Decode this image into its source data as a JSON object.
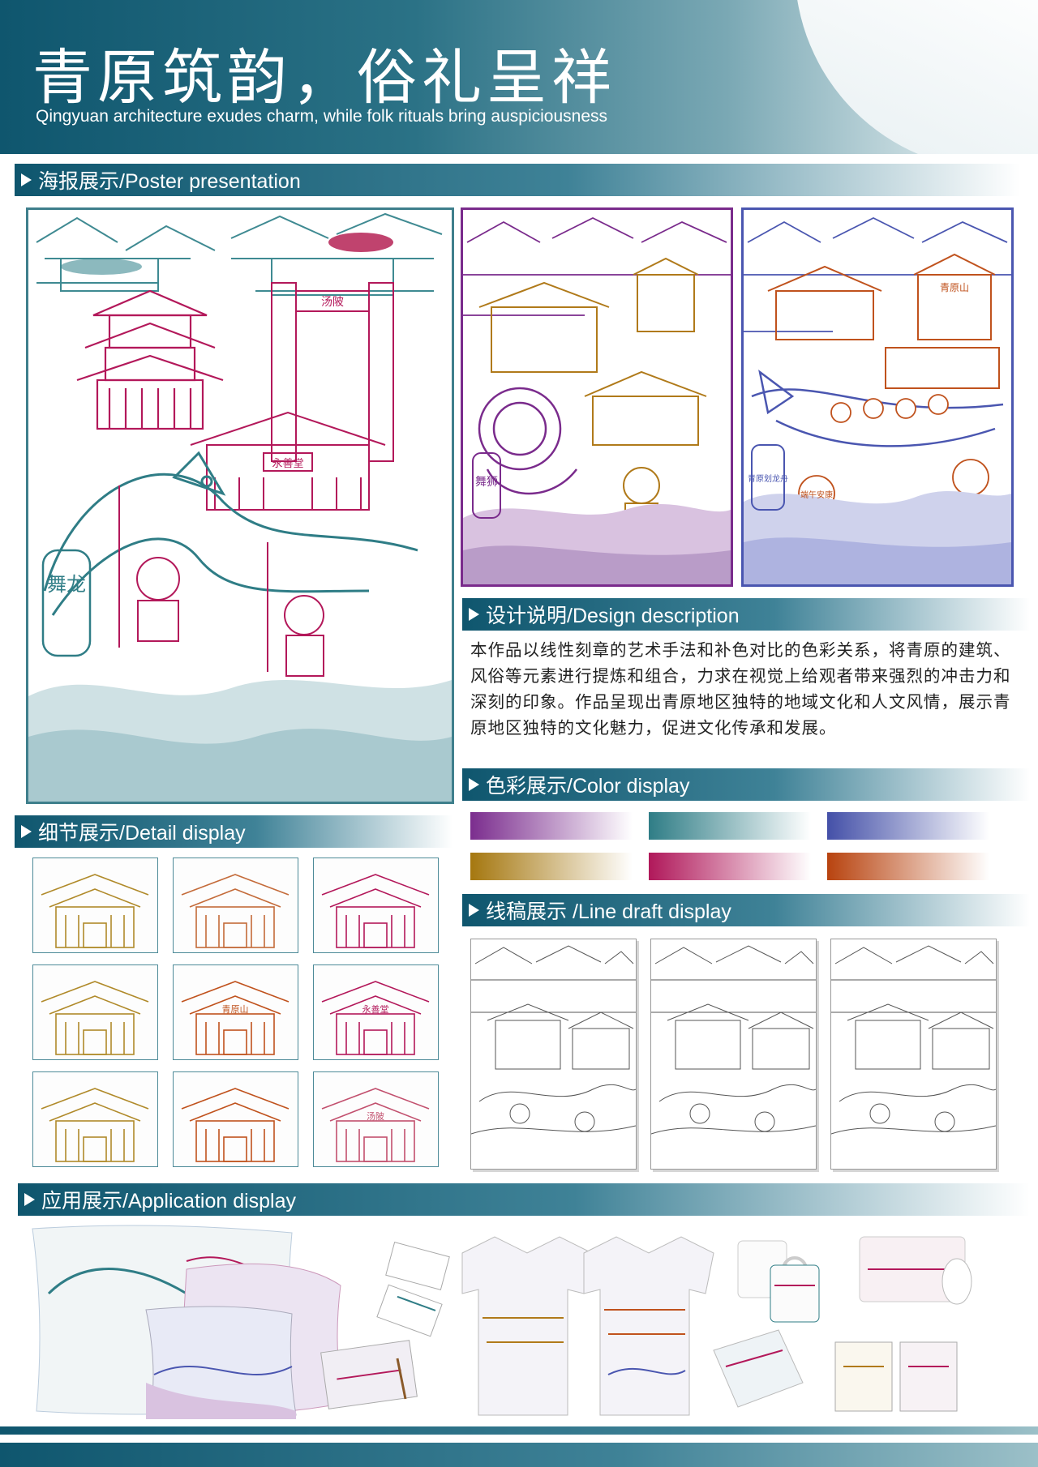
{
  "header": {
    "title": "青原筑韵，俗礼呈祥",
    "subtitle": "Qingyuan architecture exudes charm, while folk rituals bring auspiciousness"
  },
  "sections": {
    "poster": "海报展示/Poster presentation",
    "design": "设计说明/Design description",
    "color": "色彩展示/Color display",
    "detail": "细节展示/Detail display",
    "line": "线稿展示 /Line draft display",
    "application": "应用展示/Application display"
  },
  "posters": {
    "main": {
      "seal": "舞龙",
      "gate": "汤陂",
      "hall": "永善堂",
      "color": "#2f7d86",
      "accent": "#b3185a"
    },
    "lion": {
      "seal": "舞狮",
      "color": "#7a2b8c",
      "accent": "#b07a1a"
    },
    "boat": {
      "seal": "青原划龙舟",
      "color": "#4a56b0",
      "accent": "#c0521d",
      "gate": "青原山",
      "badge": "端午安康"
    }
  },
  "description": "本作品以线性刻章的艺术手法和补色对比的色彩关系，将青原的建筑、风俗等元素进行提炼和组合，力求在视觉上给观者带来强烈的冲击力和深刻的印象。作品呈现出青原地区独特的地域文化和人文风情，展示青原地区独特的文化魅力，促进文化传承和发展。",
  "colors": [
    {
      "name": "purple",
      "hex": "#7b2d8e"
    },
    {
      "name": "teal",
      "hex": "#2f7d86"
    },
    {
      "name": "indigo",
      "hex": "#4450a8"
    },
    {
      "name": "gold",
      "hex": "#a5770f"
    },
    {
      "name": "crimson",
      "hex": "#b0185a"
    },
    {
      "name": "rust",
      "hex": "#b8430f"
    }
  ],
  "details": [
    {
      "color": "#b08a2a",
      "label": ""
    },
    {
      "color": "#c46b3a",
      "label": ""
    },
    {
      "color": "#b3185a",
      "label": ""
    },
    {
      "color": "#b08a2a",
      "label": ""
    },
    {
      "color": "#c0521d",
      "label": "青原山"
    },
    {
      "color": "#b3185a",
      "label": "永善堂"
    },
    {
      "color": "#b08a2a",
      "label": ""
    },
    {
      "color": "#c0521d",
      "label": ""
    },
    {
      "color": "#c2506e",
      "label": "汤陂"
    }
  ],
  "application": {
    "items": [
      "pillow",
      "business-card",
      "tshirt",
      "mug",
      "mousepad",
      "matchbox",
      "tote",
      "notebook"
    ]
  }
}
